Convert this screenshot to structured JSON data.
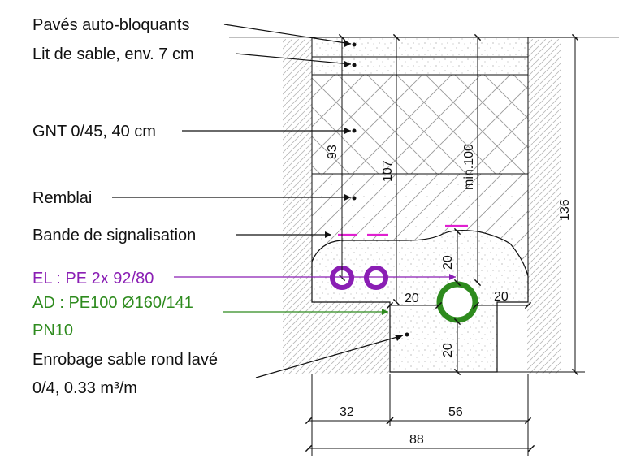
{
  "labels": {
    "paves": "Pavés auto-bloquants",
    "lit_sable": "Lit de sable, env. 7 cm",
    "gnt": "GNT 0/45, 40 cm",
    "remblai": "Remblai",
    "bande": "Bande de signalisation",
    "el": "EL : PE 2x 92/80",
    "ad_line1": "AD : PE100  Ø160/141",
    "ad_line2": "PN10",
    "enrobage_line1": "Enrobage sable rond lavé",
    "enrobage_line2": "0/4, 0.33 m³/m"
  },
  "dimensions": {
    "d93": "93",
    "d107": "107",
    "min100": "min.100",
    "d136": "136",
    "d20_top": "20",
    "d20_left": "20",
    "d20_right": "20",
    "d20_bottom": "20",
    "d32": "32",
    "d56": "56",
    "d88": "88"
  },
  "colors": {
    "el": "#8a1eb4",
    "ad": "#2e8b1e",
    "bande": "#e020d0",
    "line": "#111111"
  }
}
